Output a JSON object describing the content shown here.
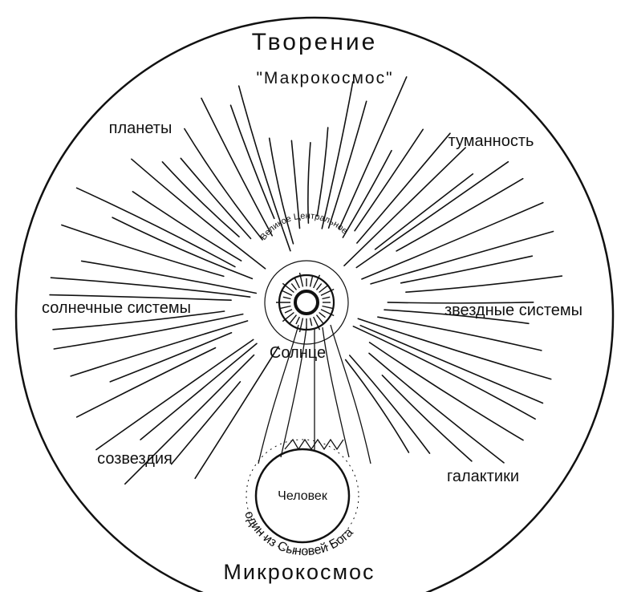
{
  "title": "Творение",
  "subtitle": "\"Макрокосмос\"",
  "labels": {
    "planets": "планеты",
    "nebula": "туманность",
    "solar_systems": "солнечные системы",
    "star_systems": "звездные системы",
    "constellations": "созвездия",
    "galaxies": "галактики"
  },
  "center": {
    "arc_label": "Великое Центральное",
    "sun_label": "Солнце"
  },
  "human": {
    "label": "Человек",
    "arc_label": "один из Сыновей Бога"
  },
  "bottom_title": "Микрокосмос",
  "colors": {
    "ink": "#111111",
    "background": "#ffffff"
  }
}
